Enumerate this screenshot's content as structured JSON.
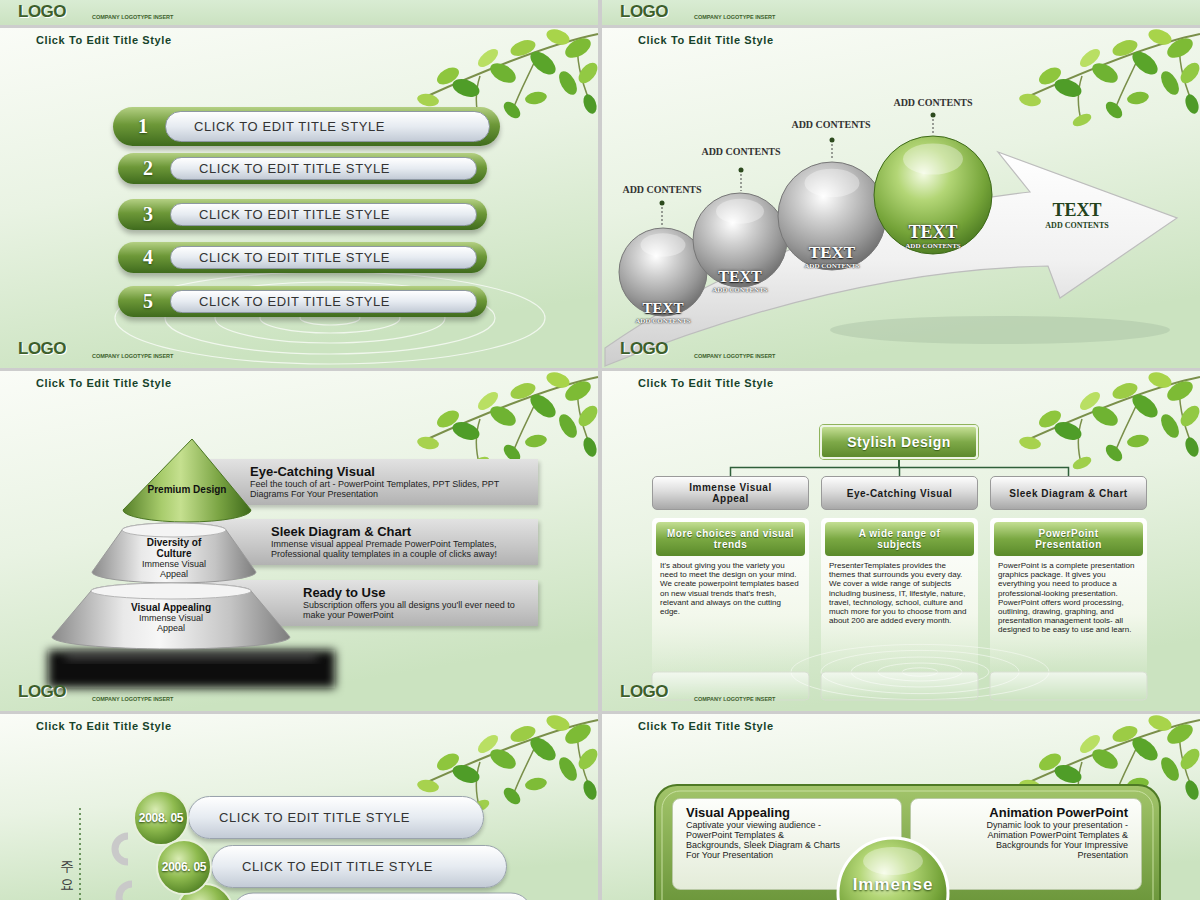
{
  "diagram": {
    "nodes": [
      {
        "text": [
          "LOGO",
          "COMPANY LOGOTYPE INSERT"
        ]
      },
      {
        "text": [
          "LOGO",
          "COMPANY LOGOTYPE INSERT"
        ]
      },
      {
        "text": [
          "Click To Edit Title Style",
          "LOGO",
          "COMPANY LOGOTYPE INSERT"
        ]
      },
      {
        "text": [
          "1",
          "CLICK TO EDIT TITLE STYLE"
        ],
        "in": 2
      },
      {
        "text": [
          "2",
          "CLICK TO EDIT TITLE STYLE"
        ],
        "in": 2
      },
      {
        "text": [
          "3",
          "CLICK TO EDIT TITLE STYLE"
        ],
        "in": 2
      },
      {
        "text": [
          "4",
          "CLICK TO EDIT TITLE STYLE"
        ],
        "in": 2
      },
      {
        "text": [
          "5",
          "CLICK TO EDIT TITLE STYLE"
        ],
        "in": 2
      },
      {
        "text": [
          "Click To Edit Title Style",
          "LOGO",
          "COMPANY LOGOTYPE INSERT"
        ]
      },
      {
        "text": [
          "TEXT",
          "ADD CONTENTS"
        ],
        "in": 8
      },
      {
        "text": [
          "TEXT",
          "ADD CONTENTS"
        ],
        "in": 8
      },
      {
        "text": [
          "TEXT",
          "ADD CONTENTS"
        ],
        "in": 8
      },
      {
        "text": [
          "TEXT",
          "ADD CONTENTS"
        ],
        "in": 8
      },
      {
        "text": [
          "TEXT",
          "ADD CONTENTS"
        ],
        "in": 8
      },
      {
        "text": [
          "Click To Edit Title Style",
          "LOGO",
          "COMPANY LOGOTYPE INSERT"
        ]
      },
      {
        "text": [
          "Eye-Catching Visual",
          "Feel the touch of art - PowerPoint Templates, PPT Slides, PPT Diagrams For Your Presentation"
        ],
        "in": 14
      },
      {
        "text": [
          "Sleek Diagram & Chart",
          "Immense visual appeal Premade PowerPoint Templates, Professional quality templates in a couple of clicks away!"
        ],
        "in": 14
      },
      {
        "text": [
          "Ready to Use",
          "Subscription offers you all designs you'll ever need to make your PowerPoint"
        ],
        "in": 14
      },
      {
        "text": [
          "Premium Design"
        ],
        "in": 14
      },
      {
        "text": [
          "Diversity of Culture",
          "Immense Visual Appeal"
        ],
        "in": 14
      },
      {
        "text": [
          "Visual Appealing",
          "Immense Visual Appeal"
        ],
        "in": 14
      },
      {
        "text": [
          "Click To Edit Title Style",
          "LOGO",
          "COMPANY LOGOTYPE INSERT"
        ]
      },
      {
        "text": [
          "Stylish Design"
        ],
        "in": 21
      },
      {
        "text": [
          "Immense Visual Appeal"
        ],
        "in": 21
      },
      {
        "text": [
          "Eye-Catching Visual"
        ],
        "in": 21
      },
      {
        "text": [
          "Sleek Diagram & Chart"
        ],
        "in": 21
      },
      {
        "text": [
          "More choices and visual trends",
          "It's about giving you the variety you need to meet the design on your mind. We create powerpoint templates based on new visual trends that's fresh, relevant and always on the cutting edge."
        ],
        "in": 21
      },
      {
        "text": [
          "A wide range of subjects",
          "PresenterTemplates provides the themes that surrounds you every day. We cover a wide range of subjects including business, IT, lifestyle, nature, travel, technology, school, culture and much more for you to choose from and about 200 are added every month."
        ],
        "in": 21
      },
      {
        "text": [
          "PowerPoint Presentation",
          "PowerPoint is a complete presentation graphics package. It gives you everything you need to produce a professional-looking presentation. PowerPoint offers word processing, outlining, drawing, graphing, and presentation management tools- all designed to be easy to use and learn."
        ],
        "in": 21
      },
      {
        "text": [
          "Click To Edit Title Style"
        ]
      },
      {
        "text": [
          "2008. 05",
          "CLICK TO EDIT TITLE STYLE"
        ],
        "in": 29
      },
      {
        "text": [
          "2006. 05",
          "CLICK TO EDIT TITLE STYLE"
        ],
        "in": 29
      },
      {
        "text": [
          "Click To Edit Title Style"
        ]
      },
      {
        "text": [
          "Visual Appealing",
          "Captivate your viewing audience - PowerPoint Templates & Backgrounds, Sleek Diagram & Charts For Your Presentation"
        ],
        "in": 32
      },
      {
        "text": [
          "Animation PowerPoint",
          "Dynamic look to your presentation - Animation PowerPoint Templates & Backgrounds for Your Impressive Presentation"
        ],
        "in": 32
      },
      {
        "text": [
          "Immense"
        ],
        "in": 32
      }
    ],
    "edges": [
      {
        "from": 22,
        "to": 23,
        "arrow": "none"
      },
      {
        "from": 22,
        "to": 24,
        "arrow": "none"
      },
      {
        "from": 22,
        "to": 25,
        "arrow": "none"
      }
    ],
    "labels": [
      "ADD CONTENTS",
      "ADD CONTENTS",
      "ADD CONTENTS",
      "ADD CONTENTS",
      "주요"
    ]
  }
}
